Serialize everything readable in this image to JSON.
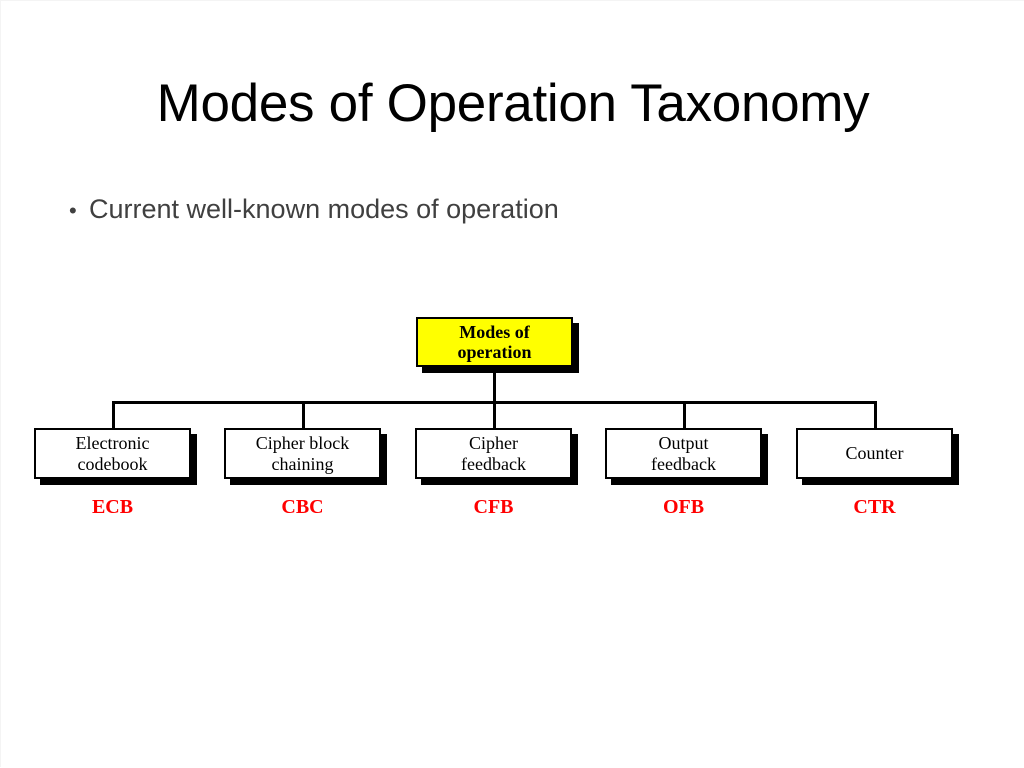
{
  "slide": {
    "title": "Modes of Operation Taxonomy",
    "bullet_marker": "•",
    "bullet_text": "Current well-known modes of operation",
    "bullet_color": "#404040",
    "background": "#ffffff"
  },
  "diagram": {
    "root": {
      "label_line1": "Modes of",
      "label_line2": "operation",
      "fill": "#FFFF00",
      "border": "#000000"
    },
    "acronym_color": "#FF0000",
    "node_fill": "#FFFFFF",
    "nodes": [
      {
        "label_line1": "Electronic",
        "label_line2": "codebook",
        "acronym": "ECB"
      },
      {
        "label_line1": "Cipher block",
        "label_line2": "chaining",
        "acronym": "CBC"
      },
      {
        "label_line1": "Cipher",
        "label_line2": "feedback",
        "acronym": "CFB"
      },
      {
        "label_line1": "Output",
        "label_line2": "feedback",
        "acronym": "OFB"
      },
      {
        "label_line1": "Counter",
        "label_line2": "",
        "acronym": "CTR"
      }
    ]
  }
}
